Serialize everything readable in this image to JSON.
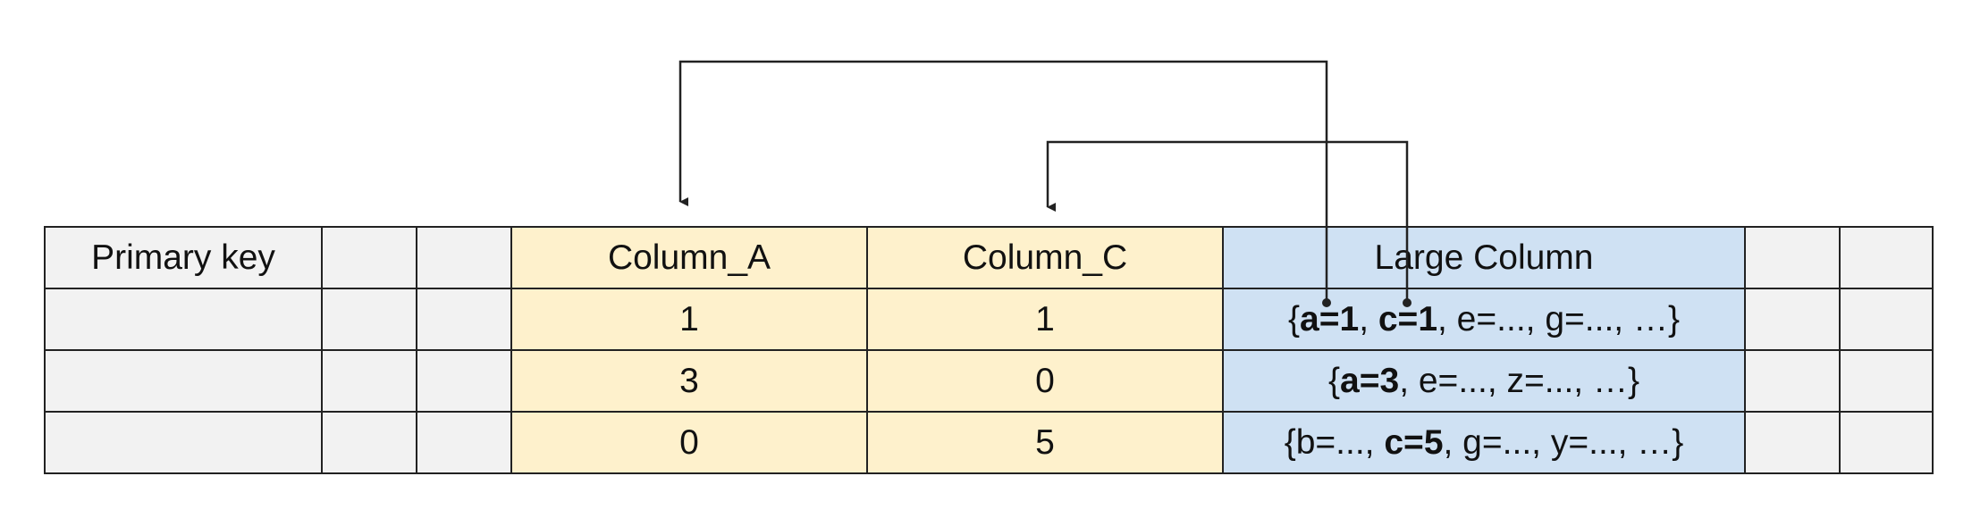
{
  "colors": {
    "grey_cell": "#f2f2f2",
    "highlight_column": "#fef1cc",
    "large_column": "#cfe1f3",
    "lines": "#222222"
  },
  "table": {
    "headers": [
      "Primary key",
      "",
      "",
      "Column_A",
      "Column_C",
      "Large Column",
      "",
      ""
    ],
    "rows": [
      {
        "column_a": "1",
        "column_c": "1",
        "large": [
          {
            "text": "{",
            "bold": false
          },
          {
            "text": "a=1",
            "bold": true
          },
          {
            "text": ", ",
            "bold": false
          },
          {
            "text": "c=1",
            "bold": true
          },
          {
            "text": ", e=..., g=..., …}",
            "bold": false
          }
        ]
      },
      {
        "column_a": "3",
        "column_c": "0",
        "large": [
          {
            "text": "{",
            "bold": false
          },
          {
            "text": "a=3",
            "bold": true
          },
          {
            "text": ", e=..., z=..., …}",
            "bold": false
          }
        ]
      },
      {
        "column_a": "0",
        "column_c": "5",
        "large": [
          {
            "text": "{b=..., ",
            "bold": false
          },
          {
            "text": "c=5",
            "bold": true
          },
          {
            "text": ", g=..., y=..., …}",
            "bold": false
          }
        ]
      }
    ]
  },
  "arrows": [
    {
      "from": "a=1",
      "to": "Column_A"
    },
    {
      "from": "c=1",
      "to": "Column_C"
    }
  ]
}
